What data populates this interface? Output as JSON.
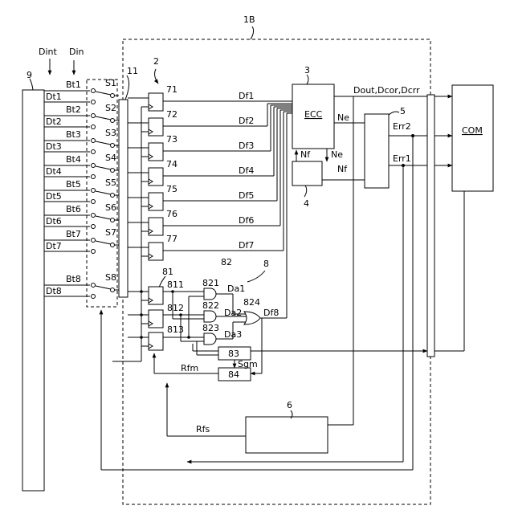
{
  "labels": {
    "fig": "1B",
    "n9": "9",
    "dint": "Dint",
    "din": "Din",
    "n11": "11",
    "n2": "2",
    "ecc": "ECC",
    "n3": "3",
    "n4": "4",
    "n5": "5",
    "n6": "6",
    "n8": "8",
    "n81": "81",
    "n82": "82",
    "n83": "83",
    "n84": "84",
    "com": "COM",
    "dout": "Dout,Dcor,Dcrr",
    "ne": "Ne",
    "ne2": "Ne",
    "nf": "Nf",
    "nf2": "Nf",
    "err1": "Err1",
    "err2": "Err2",
    "rfm": "Rfm",
    "rfs": "Rfs",
    "sgm": "Sgm",
    "df8": "Df8",
    "da1": "Da1",
    "da2": "Da2",
    "da3": "Da3",
    "n811": "811",
    "n812": "812",
    "n813": "813",
    "n821": "821",
    "n822": "822",
    "n823": "823",
    "n824": "824"
  },
  "channels": [
    {
      "bt": "Bt1",
      "s": "S1",
      "dt": "Dt1",
      "reg": "71",
      "df": "Df1"
    },
    {
      "bt": "Bt2",
      "s": "S2",
      "dt": "Dt2",
      "reg": "72",
      "df": "Df2"
    },
    {
      "bt": "Bt3",
      "s": "S3",
      "dt": "Dt3",
      "reg": "73",
      "df": "Df3"
    },
    {
      "bt": "Bt4",
      "s": "S4",
      "dt": "Dt4",
      "reg": "74",
      "df": "Df4"
    },
    {
      "bt": "Bt5",
      "s": "S5",
      "dt": "Dt5",
      "reg": "75",
      "df": "Df5"
    },
    {
      "bt": "Bt6",
      "s": "S6",
      "dt": "Dt6",
      "reg": "76",
      "df": "Df6"
    },
    {
      "bt": "Bt7",
      "s": "S7",
      "dt": "Dt7",
      "reg": "77",
      "df": "Df7"
    },
    {
      "bt": "Bt8",
      "s": "S8",
      "dt": "Dt8"
    }
  ]
}
